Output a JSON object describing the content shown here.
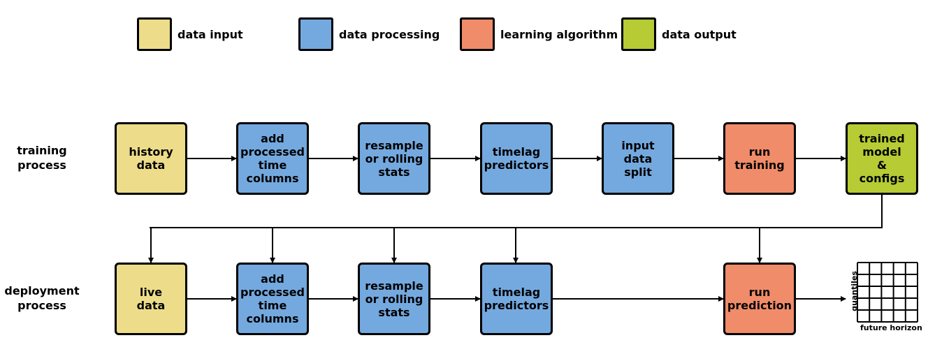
{
  "legend": [
    {
      "label": "data input",
      "color": "#EDDD8A"
    },
    {
      "label": "data processing",
      "color": "#74A9DF"
    },
    {
      "label": "learning algorithm",
      "color": "#F08C69"
    },
    {
      "label": "data output",
      "color": "#B6CB34"
    }
  ],
  "rows": {
    "training": {
      "label_lines": [
        "training",
        "process"
      ]
    },
    "deployment": {
      "label_lines": [
        "deployment",
        "process"
      ]
    }
  },
  "training_boxes": [
    {
      "lines": [
        "history",
        "data"
      ]
    },
    {
      "lines": [
        "add",
        "processed",
        "time",
        "columns"
      ]
    },
    {
      "lines": [
        "resample",
        "or rolling",
        "stats"
      ]
    },
    {
      "lines": [
        "timelag",
        "predictors"
      ]
    },
    {
      "lines": [
        "input",
        "data",
        "split"
      ]
    },
    {
      "lines": [
        "run",
        "training"
      ]
    },
    {
      "lines": [
        "trained",
        "model",
        "&",
        "configs"
      ]
    }
  ],
  "deployment_boxes": [
    {
      "lines": [
        "live",
        "data"
      ]
    },
    {
      "lines": [
        "add",
        "processed",
        "time",
        "columns"
      ]
    },
    {
      "lines": [
        "resample",
        "or rolling",
        "stats"
      ]
    },
    {
      "lines": [
        "timelag",
        "predictors"
      ]
    },
    {
      "lines": [
        "run",
        "prediction"
      ]
    }
  ],
  "output_grid": {
    "y_label": "quantiles",
    "x_label": "future horizon"
  }
}
